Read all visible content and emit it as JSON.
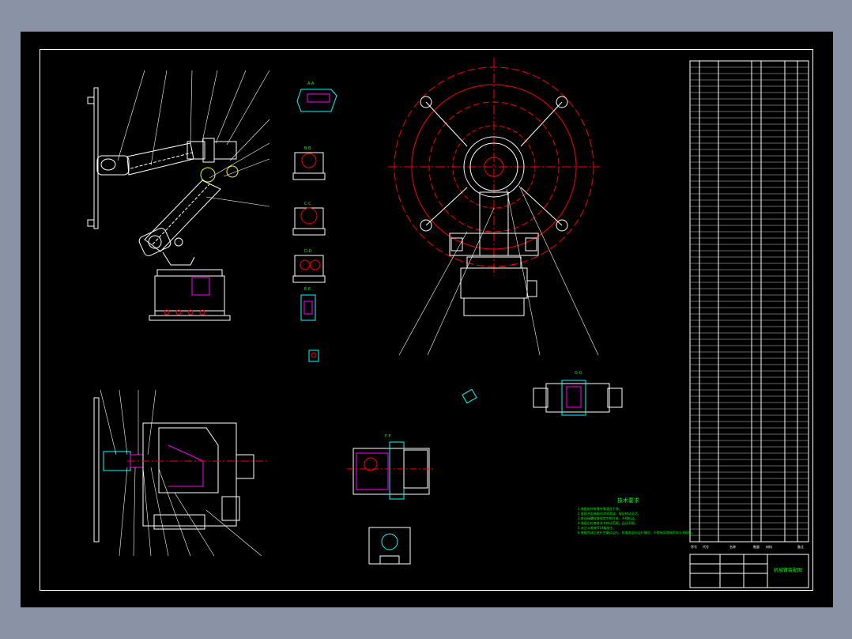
{
  "drawing": {
    "title_block_title": "机械臂装配图",
    "notes_title": "技术要求",
    "notes": [
      "1.装配前所有零件需清洗干净。",
      "2.各配合面装配时涂润滑油，保证转动灵活。",
      "3.各连接螺栓按规定力矩拧紧，不得松动。",
      "4.装配后检查各关节转动范围，运动平稳。",
      "5.未注公差按IT14级加工。",
      "6.装配完成后进行空载试运行，检查各部分运行情况，不得有异常响声和卡滞现象。"
    ],
    "view_labels": [
      "A-A",
      "B-B",
      "C-C",
      "D-D",
      "E-E",
      "F-F",
      "G-G"
    ],
    "bom_headers": [
      "序号",
      "代号",
      "名称",
      "数量",
      "材料",
      "备注"
    ]
  },
  "colors": {
    "background": "#000000",
    "frame": "#ffffff",
    "annotation": "#00ff00",
    "part": "#00ffff",
    "centerline": "#ff0000",
    "hatch": "#ff00ff",
    "outer": "#8a93a6"
  }
}
